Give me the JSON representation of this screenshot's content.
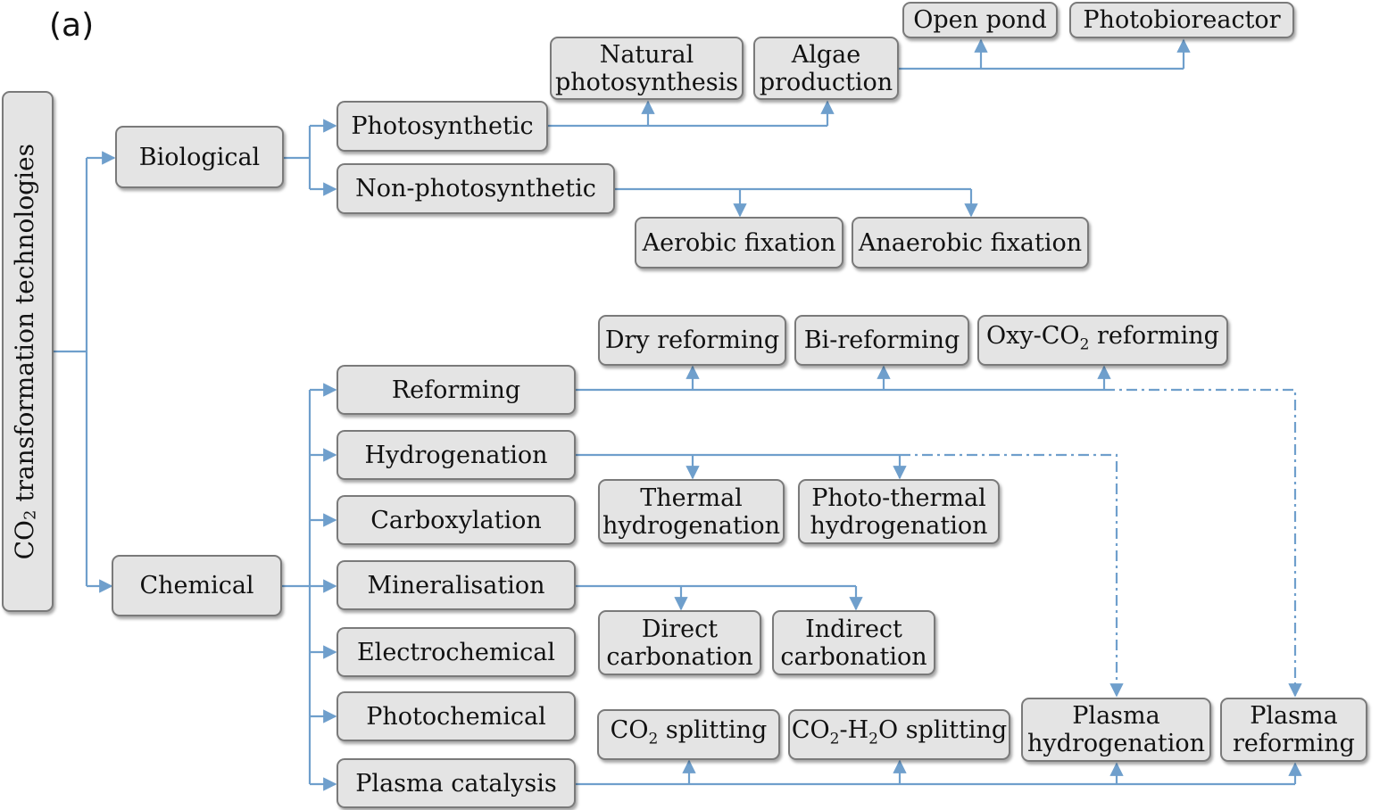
{
  "panel_label": "(a)",
  "root": {
    "prefix": "CO",
    "sub": "2",
    "suffix": " transformation technologies"
  },
  "biological": {
    "label": "Biological",
    "photosynthetic": {
      "label": "Photosynthetic",
      "natural_photosynthesis": [
        "Natural",
        "photosynthesis"
      ],
      "algae_production": [
        "Algae",
        "production"
      ],
      "open_pond": "Open pond",
      "photobioreactor": "Photobioreactor"
    },
    "non_photosynthetic": {
      "label": "Non-photosynthetic",
      "aerobic_fixation": "Aerobic fixation",
      "anaerobic_fixation": "Anaerobic fixation"
    }
  },
  "chemical": {
    "label": "Chemical",
    "reforming": {
      "label": "Reforming",
      "dry": "Dry reforming",
      "bi": "Bi-reforming",
      "oxy": {
        "prefix": "Oxy-CO",
        "sub": "2",
        "suffix": " reforming"
      }
    },
    "hydrogenation": {
      "label": "Hydrogenation",
      "thermal": [
        "Thermal",
        "hydrogenation"
      ],
      "photo_thermal": [
        "Photo-thermal",
        "hydrogenation"
      ]
    },
    "carboxylation": "Carboxylation",
    "mineralisation": {
      "label": "Mineralisation",
      "direct": [
        "Direct",
        "carbonation"
      ],
      "indirect": [
        "Indirect",
        "carbonation"
      ]
    },
    "electrochemical": "Electrochemical",
    "photochemical": "Photochemical",
    "plasma_catalysis": {
      "label": "Plasma catalysis",
      "co2_splitting": {
        "prefix": "CO",
        "sub": "2",
        "suffix": " splitting"
      },
      "co2_h2o_splitting": {
        "a": "CO",
        "sub1": "2",
        "b": "-H",
        "sub2": "2",
        "c": "O splitting"
      },
      "plasma_hydrogenation": [
        "Plasma",
        "hydrogenation"
      ],
      "plasma_reforming": [
        "Plasma",
        "reforming"
      ]
    }
  },
  "colors": {
    "connector": "#6f9fcc",
    "box_fill": "#e4e4e4",
    "box_border": "#7a7a7a"
  }
}
